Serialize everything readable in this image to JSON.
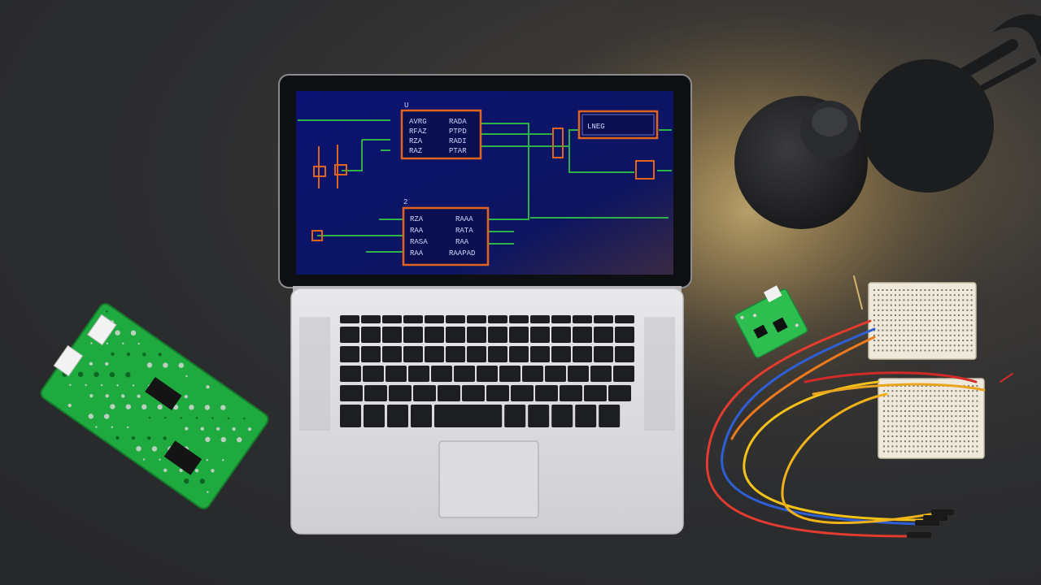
{
  "scene": {
    "description_items": [
      "laptop",
      "schematic-screen",
      "desk-lamp",
      "pcb-board",
      "small-pcb",
      "breadboard",
      "jumper-wires"
    ]
  },
  "screen": {
    "chip_labels": {
      "u1": [
        "AVRG",
        "RFAZ",
        "RZA",
        "RAZ"
      ],
      "u1_right": [
        "RADA",
        "PTPD",
        "RADI",
        "PTAR"
      ],
      "u2": [
        "RZA",
        "RAA",
        "RASA",
        "RAA"
      ],
      "u2_right": [
        "RAAA",
        "RATA",
        "RAA",
        "RAAPAD"
      ],
      "u3": [
        "LNEG"
      ],
      "ref_u1": "U",
      "ref_u2": "2"
    }
  },
  "colors": {
    "desk": "#2c2d2f",
    "screen_bg": "#0c1470",
    "wire": "#2db24a",
    "chip_border": "#e0641e",
    "pcb_green": "#1faa3f",
    "laptop_body": "#d9d9db",
    "lamp": "#1b1c1e"
  }
}
